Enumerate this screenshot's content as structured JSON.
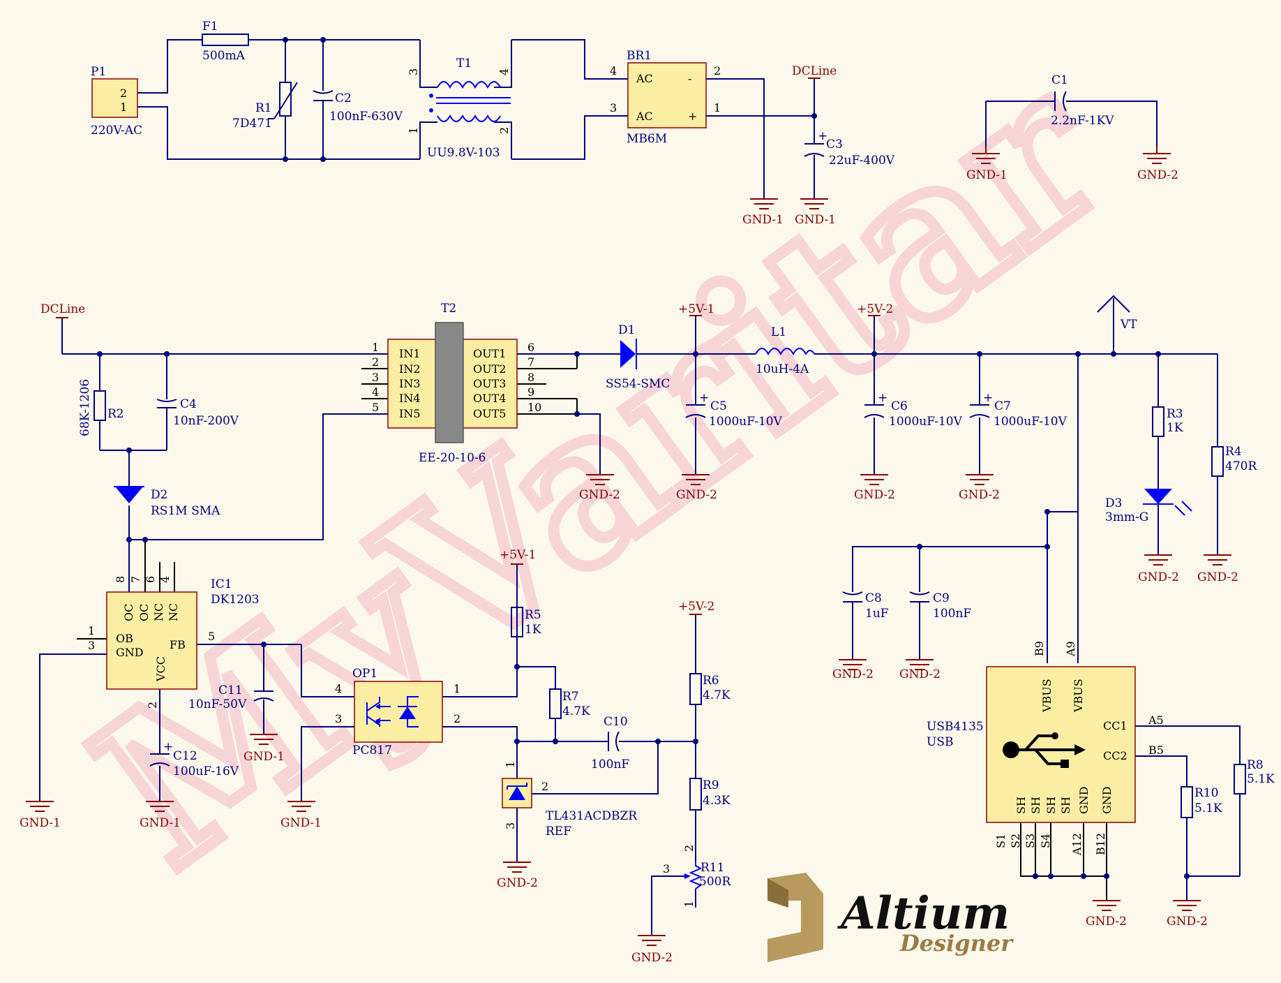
{
  "watermark": "MyVaritar",
  "logo": {
    "line1": "Altium",
    "line2": "Designer"
  },
  "colors": {
    "wire": "#000080",
    "symbol": "#0000ff",
    "ground": "#8b0000",
    "body": "#fbeea3",
    "background": "#fcf8ec",
    "watermark": "#f6c8cf"
  },
  "parts": {
    "P1": {
      "ref": "P1",
      "value": "220V-AC",
      "pins": [
        "2",
        "1"
      ]
    },
    "F1": {
      "ref": "F1",
      "value": "500mA"
    },
    "R1": {
      "ref": "R1",
      "value": "7D471"
    },
    "C2": {
      "ref": "C2",
      "value": "100nF-630V"
    },
    "T1": {
      "ref": "T1",
      "value": "UU9.8V-103",
      "pins": [
        "3",
        "1",
        "4",
        "2"
      ]
    },
    "BR1": {
      "ref": "BR1",
      "value": "MB6M",
      "pins": [
        "4",
        "3",
        "2",
        "1"
      ],
      "inner": [
        "AC",
        "AC",
        "-",
        "+"
      ]
    },
    "C3": {
      "ref": "C3",
      "value": "22uF-400V"
    },
    "C1": {
      "ref": "C1",
      "value": "2.2nF-1KV"
    },
    "T2": {
      "ref": "T2",
      "value": "EE-20-10-6",
      "inputs": [
        "IN1",
        "IN2",
        "IN3",
        "IN4",
        "IN5"
      ],
      "outputs": [
        "OUT1",
        "OUT2",
        "OUT3",
        "OUT4",
        "OUT5"
      ],
      "in_pins": [
        "1",
        "2",
        "3",
        "4",
        "5"
      ],
      "out_pins": [
        "6",
        "7",
        "8",
        "9",
        "10"
      ]
    },
    "R2": {
      "ref": "R2",
      "value": "68K-1206"
    },
    "C4": {
      "ref": "C4",
      "value": "10nF-200V"
    },
    "D2": {
      "ref": "D2",
      "value": "RS1M SMA"
    },
    "D1": {
      "ref": "D1",
      "value": "SS54-SMC"
    },
    "C5": {
      "ref": "C5",
      "value": "1000uF-10V"
    },
    "L1": {
      "ref": "L1",
      "value": "10uH-4A"
    },
    "C6": {
      "ref": "C6",
      "value": "1000uF-10V"
    },
    "C7": {
      "ref": "C7",
      "value": "1000uF-10V"
    },
    "R3": {
      "ref": "R3",
      "value": "1K"
    },
    "D3": {
      "ref": "D3",
      "value": "3mm-G"
    },
    "R4": {
      "ref": "R4",
      "value": "470R"
    },
    "IC1": {
      "ref": "IC1",
      "value": "DK1203",
      "top_pins": [
        "8",
        "7",
        "6",
        "4"
      ],
      "top_names": [
        "OC",
        "OC",
        "NC",
        "NC"
      ],
      "left_pins": [
        "1",
        "3"
      ],
      "left_names": [
        "OB",
        "GND"
      ],
      "right_name": "FB",
      "right_pin": "5",
      "bottom_name": "VCC",
      "bottom_pin": "2"
    },
    "C11": {
      "ref": "C11",
      "value": "10nF-50V"
    },
    "C12": {
      "ref": "C12",
      "value": "100uF-16V"
    },
    "OP1": {
      "ref": "OP1",
      "value": "PC817",
      "pins": [
        "4",
        "3",
        "1",
        "2"
      ]
    },
    "R5": {
      "ref": "R5",
      "value": "1K"
    },
    "R7": {
      "ref": "R7",
      "value": "4.7K"
    },
    "C10": {
      "ref": "C10",
      "value": "100nF"
    },
    "U2": {
      "ref": "TL431ACDBZR",
      "value": "REF",
      "pins": [
        "1",
        "2",
        "3"
      ]
    },
    "R6": {
      "ref": "R6",
      "value": "4.7K"
    },
    "R9": {
      "ref": "R9",
      "value": "4.3K"
    },
    "R11": {
      "ref": "R11",
      "value": "500R",
      "pins": [
        "2",
        "3",
        "1"
      ]
    },
    "C8": {
      "ref": "C8",
      "value": "1uF"
    },
    "C9": {
      "ref": "C9",
      "value": "100nF"
    },
    "USB": {
      "ref": "USB4135",
      "value": "USB",
      "top_pins": [
        "B9",
        "A9"
      ],
      "top_names": [
        "VBUS",
        "VBUS"
      ],
      "right_names": [
        "CC1",
        "CC2"
      ],
      "right_pins": [
        "A5",
        "B5"
      ],
      "bottom_names": [
        "SH",
        "SH",
        "SH",
        "SH",
        "GND",
        "GND"
      ],
      "bottom_pins": [
        "S1",
        "S2",
        "S3",
        "S4",
        "A12",
        "B12"
      ]
    },
    "R8": {
      "ref": "R8",
      "value": "5.1K"
    },
    "R10": {
      "ref": "R10",
      "value": "5.1K"
    }
  },
  "nets": {
    "dcline": "DCLine",
    "v5_1": "+5V-1",
    "v5_2": "+5V-2",
    "vt": "VT",
    "gnd1": "GND-1",
    "gnd2": "GND-2"
  }
}
